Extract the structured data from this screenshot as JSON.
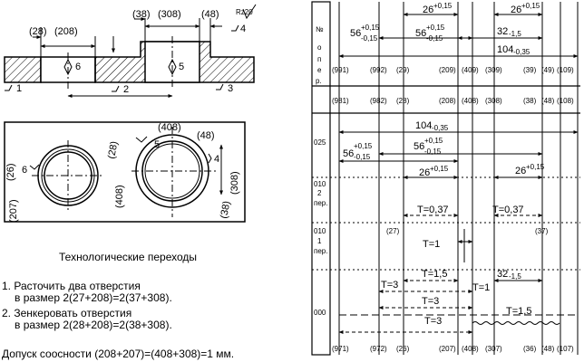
{
  "roughness": "Rz20",
  "section": {
    "dims_top": [
      "(28)",
      "(208)",
      "(38)",
      "(308)",
      "(48)"
    ],
    "surfaces": [
      "1",
      "2",
      "3",
      "4",
      "5",
      "6"
    ]
  },
  "plan": {
    "dims": [
      "(408)",
      "(48)",
      "(26)",
      "(207)",
      "(28)",
      "(408)",
      "(38)",
      "(308)"
    ],
    "surfaces": [
      "5",
      "6",
      "4"
    ]
  },
  "operations": {
    "title": "Технологические переходы",
    "items": [
      "1. Расточить два отверстия",
      "в размер 2(27+208)=2(37+308).",
      "2. Зенкеровать отверстия",
      "в размер 2(28+208)=2(38+308)."
    ],
    "tolerance": "Допуск соосности (208+207)=(408+308)=1 мм."
  },
  "chart": {
    "header": [
      "№",
      "о",
      "п",
      "е",
      "р."
    ],
    "ops": [
      "025",
      "010",
      "2",
      "пер.",
      "010",
      "1",
      "пер.",
      "000"
    ],
    "surf_top": [
      "(991)",
      "(992)",
      "(29)",
      "(209)",
      "(409)",
      "(309)",
      "(39)",
      "(49)",
      "(109)"
    ],
    "surf_mid": [
      "(981)",
      "(982)",
      "(28)",
      "(208)",
      "(408)",
      "(308)",
      "(38)",
      "(48)",
      "(108)"
    ],
    "surf_bot": [
      "(971)",
      "(972)",
      "(26)",
      "(207)",
      "(408)",
      "(307)",
      "(36)",
      "(48)",
      "(107)"
    ],
    "dims": [
      "26",
      "+0,15",
      "26",
      "+0,15",
      "56",
      "+0,15",
      "-0,15",
      "56",
      "+0,15",
      "-0,15",
      "32",
      "-1,5",
      "104",
      "-0,35",
      "104",
      "-0,35",
      "56",
      "+0,15",
      "-0,15",
      "56",
      "+0,15",
      "-0,15",
      "26",
      "+0,15",
      "26",
      "+0,15",
      "T=0,37",
      "T=0,37",
      "T=1",
      "(27)",
      "(37)",
      "T=1,5",
      "32",
      "-1,5",
      "T=3",
      "T=1",
      "T=3",
      "T=1,5",
      "T=3"
    ]
  }
}
